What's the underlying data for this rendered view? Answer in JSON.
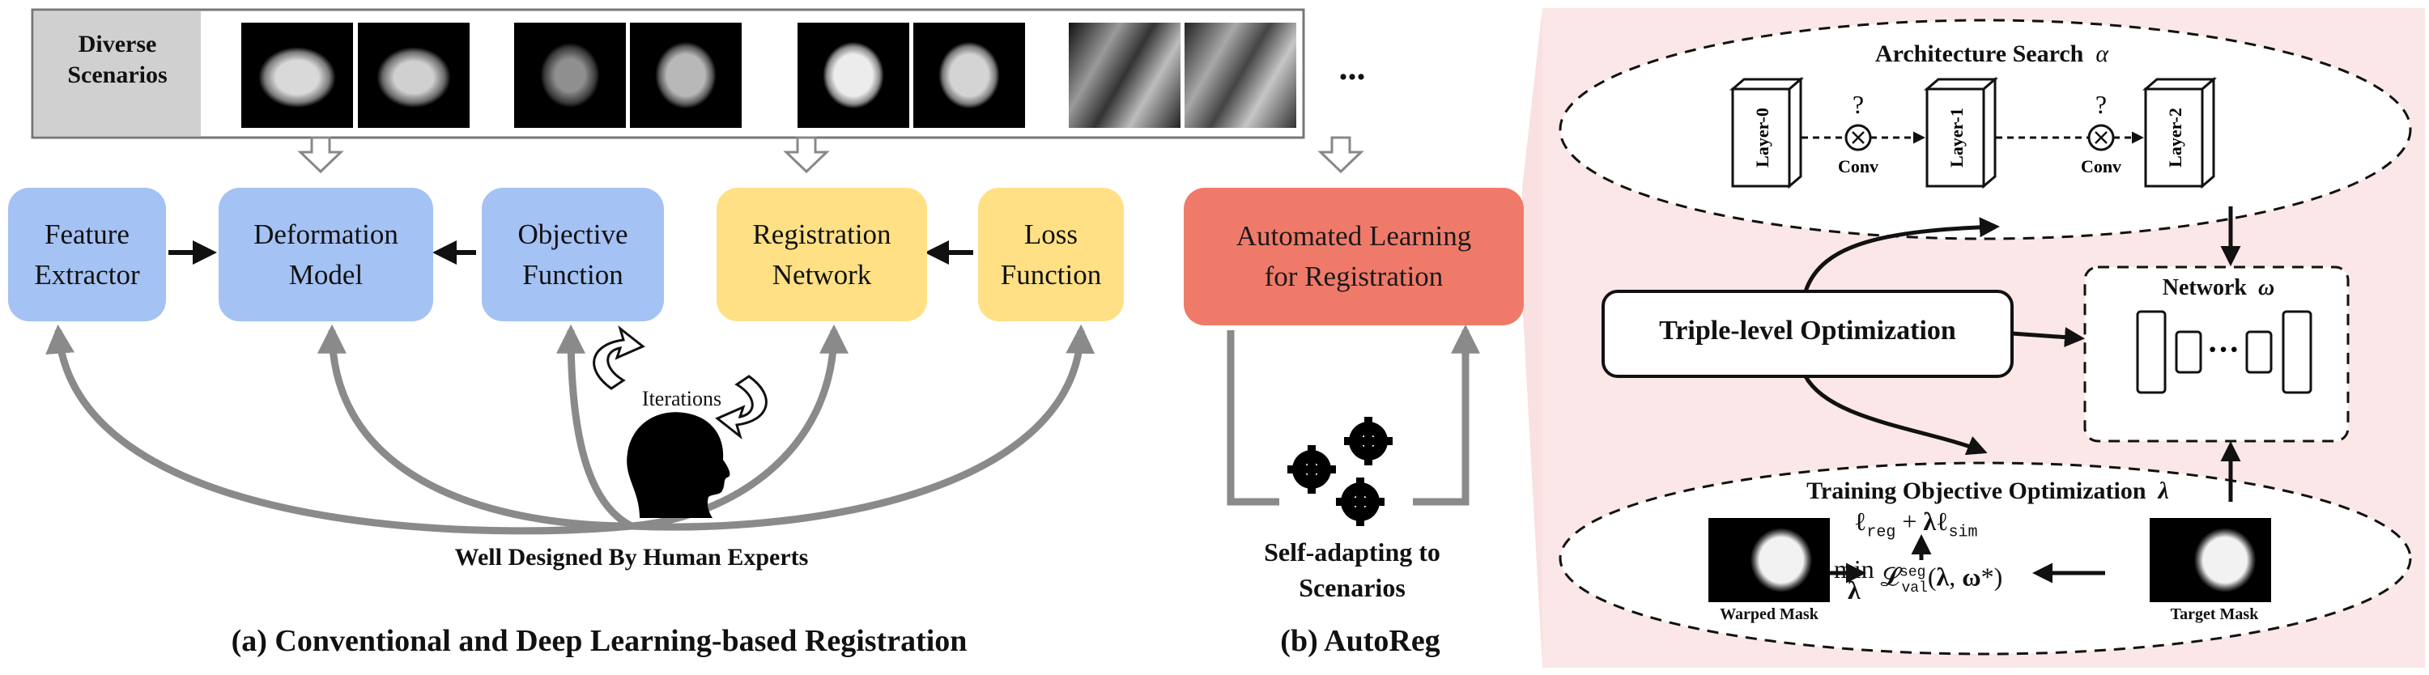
{
  "scenarios": {
    "label_line1": "Diverse",
    "label_line2": "Scenarios",
    "more": "..."
  },
  "conventional": {
    "boxes": {
      "feature_extractor": "Feature\nExtractor",
      "deformation_model": "Deformation\nModel",
      "objective_function": "Objective\nFunction",
      "registration_network": "Registration\nNetwork",
      "loss_function": "Loss\nFunction"
    },
    "iterations": "Iterations",
    "experts": "Well Designed By Human Experts",
    "caption": "(a) Conventional and Deep Learning-based  Registration"
  },
  "autoreg": {
    "box": "Automated Learning\nfor Registration",
    "self_adapting_line1": "Self-adapting to",
    "self_adapting_line2": "Scenarios",
    "caption": "(b) AutoReg"
  },
  "detail": {
    "arch_search": "Architecture Search",
    "alpha": "α",
    "layers": [
      "Layer-0",
      "Layer-1",
      "Layer-2"
    ],
    "conv": "Conv",
    "question": "?",
    "triple": "Triple-level Optimization",
    "network": "Network",
    "omega": "ω",
    "dots": "···",
    "training_obj": "Training Objective Optimization",
    "lambda": "λ",
    "warped_mask": "Warped Mask",
    "target_mask": "Target Mask"
  },
  "colors": {
    "blue": "#a4c2f4",
    "yellow": "#ffe084",
    "red": "#f07a6a",
    "panel": "#fbe7e7"
  }
}
